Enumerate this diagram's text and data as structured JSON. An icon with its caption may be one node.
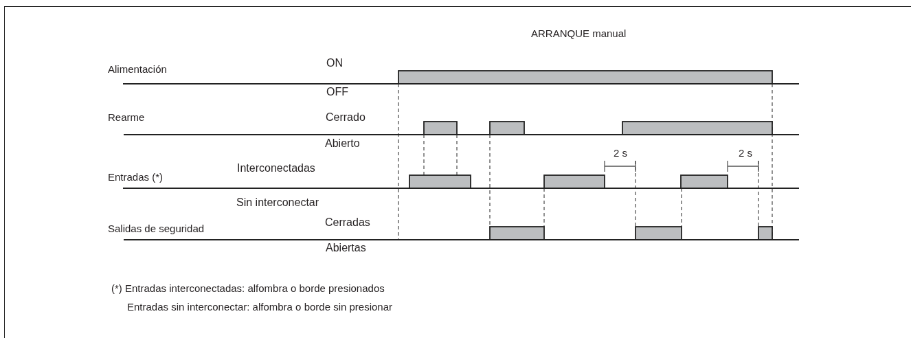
{
  "diagram": {
    "labels": [
      "ARRANQUE manual",
      "Alimentación",
      "ON",
      "OFF",
      "Rearme",
      "Cerrado",
      "Abierto",
      "2 s",
      "2 s",
      "Interconectadas",
      "Entradas (*)",
      "Sin interconectar",
      "Cerradas",
      "Salidas de seguridad",
      "Abiertas",
      "(*) Entradas interconectadas: alfombra o borde presionados",
      "Entradas sin interconectar: alfombra o borde sin presionar"
    ]
  }
}
